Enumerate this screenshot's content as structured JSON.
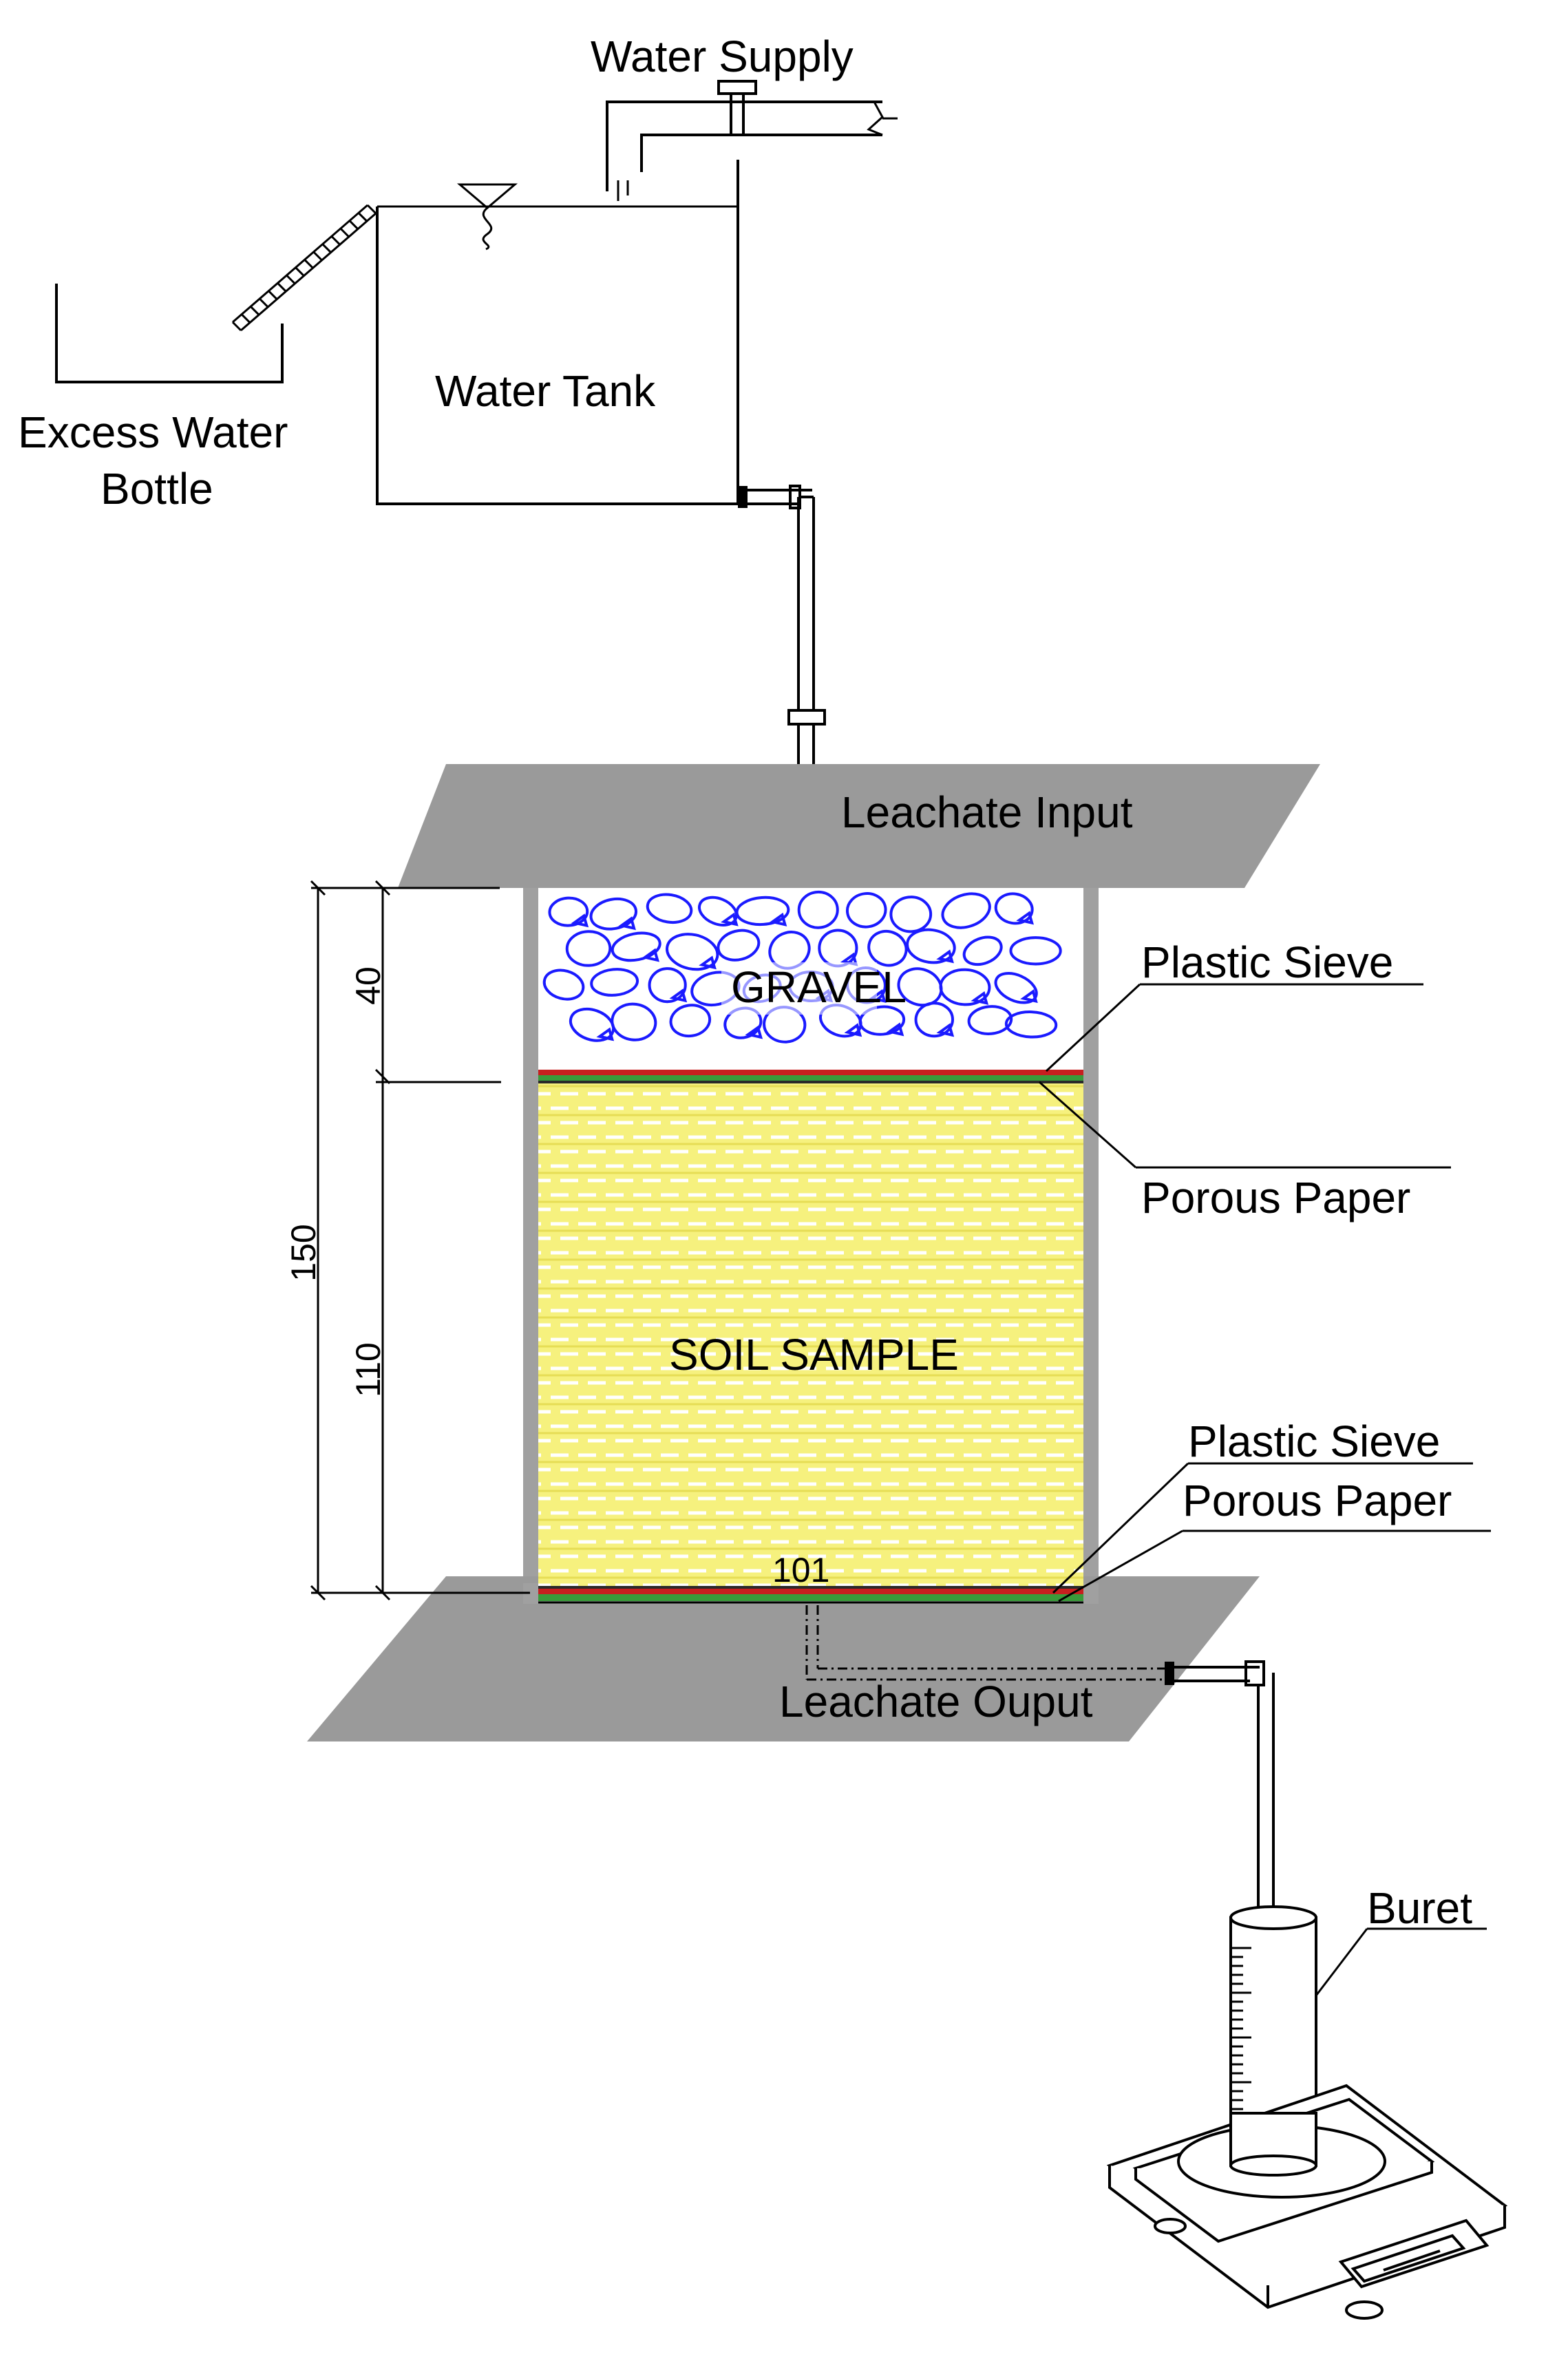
{
  "labels": {
    "water_supply": "Water Supply",
    "water_tank": "Water Tank",
    "excess_water_line1": "Excess Water",
    "excess_water_line2": "Bottle",
    "leachate_input": "Leachate Input",
    "gravel": "GRAVEL",
    "soil_sample": "SOIL SAMPLE",
    "plastic_sieve_top": "Plastic Sieve",
    "porous_paper_top": "Porous Paper",
    "plastic_sieve_bottom": "Plastic Sieve",
    "porous_paper_bottom": "Porous Paper",
    "leachate_output": "Leachate Ouput",
    "buret": "Buret"
  },
  "dimensions": {
    "total": "150",
    "gravel_height": "40",
    "soil_height": "110",
    "diameter": "101"
  },
  "colors": {
    "gravel_stone": "#1a1aff",
    "soil_fill": "#f5f07a",
    "soil_stripe": "#e8e060",
    "plastic_sieve": "#d42020",
    "porous_paper": "#3a9a3a",
    "plate": "#9a9a9a",
    "column_wall": "#a0a0a0",
    "line": "#000000"
  }
}
